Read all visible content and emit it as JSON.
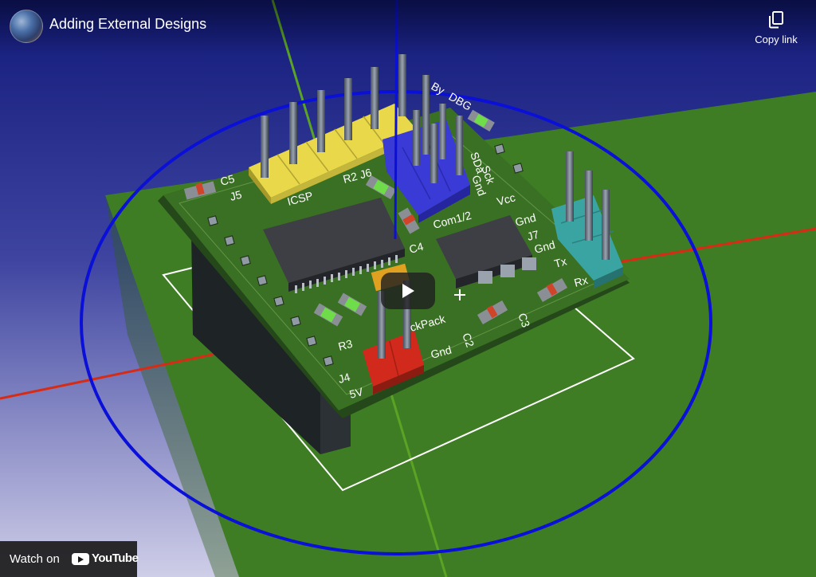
{
  "video": {
    "title": "Adding External Designs",
    "copy_link_label": "Copy link",
    "watch_on_label": "Watch on",
    "youtube_label": "YouTube"
  },
  "board_labels": {
    "c5": "C5",
    "j5": "J5",
    "icsp": "ICSP",
    "r2j6": "R2 J6",
    "c4": "C4",
    "com12": "Com1/2",
    "vcc": "Vcc",
    "gnd_top": "Gnd",
    "j7": "J7",
    "gnd_j7": "Gnd",
    "tx": "Tx",
    "rx": "Rx",
    "c3": "C3",
    "c2": "C2",
    "r3": "R3",
    "j4": "J4",
    "v5": "5V",
    "gnd_j4": "Gnd",
    "backpack": "ckPack",
    "sda": "SDa",
    "sck": "Sck",
    "gnd_side": "Gnd",
    "dbg": "DBG",
    "by": "By"
  },
  "colors": {
    "sky_top": "#121a7a",
    "sky_bottom": "#c9c8e6",
    "ground": "#3f7d24",
    "pcb": "#3a7023",
    "axis_blue": "#0a10d8",
    "axis_red": "#d62c16",
    "axis_green": "#5aa324",
    "header_yellow": "#e8d84a",
    "header_blue": "#3a3ad6",
    "header_teal": "#3aa4a2",
    "header_red": "#d12a1c"
  }
}
